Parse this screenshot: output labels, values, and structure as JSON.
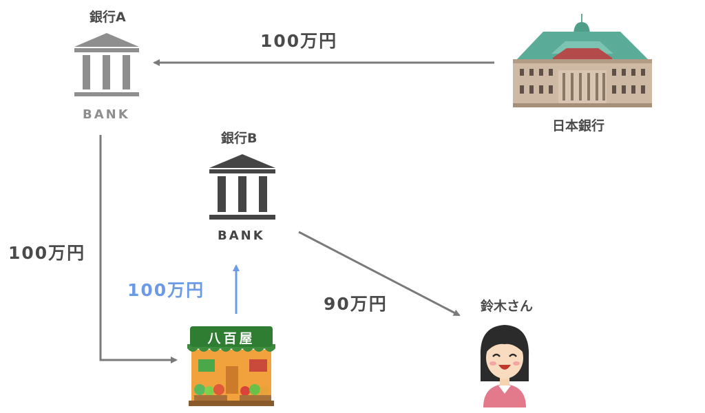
{
  "nodes": {
    "bank_a": {
      "name": "銀行A",
      "icon_text": "BANK",
      "color": "#8e8e8e"
    },
    "bank_b": {
      "name": "銀行B",
      "icon_text": "BANK",
      "color": "#454545"
    },
    "bank_of_japan": {
      "name": "日本銀行"
    },
    "greengrocer": {
      "sign": "八百屋"
    },
    "suzuki": {
      "name": "鈴木さん"
    }
  },
  "flows": {
    "boj_to_bank_a": {
      "amount": "100万円",
      "color": "#7a7a7a"
    },
    "bank_a_to_grocer": {
      "amount": "100万円",
      "color": "#7a7a7a"
    },
    "grocer_to_bank_b": {
      "amount": "100万円",
      "color": "#6b9be6"
    },
    "bank_b_to_suzuki": {
      "amount": "90万円",
      "color": "#7a7a7a"
    }
  }
}
